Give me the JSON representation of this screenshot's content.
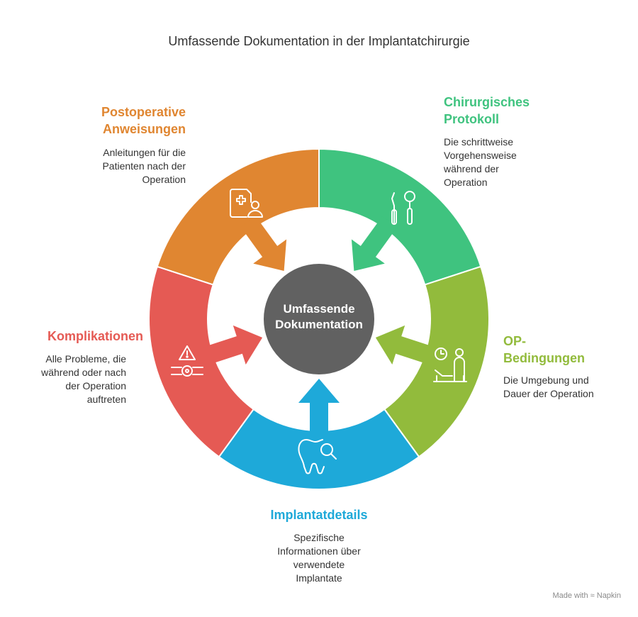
{
  "title": "Umfassende Dokumentation in der Implantatchirurgie",
  "center": {
    "label_line1": "Umfassende",
    "label_line2": "Dokumentation",
    "color": "#616161"
  },
  "segments": {
    "chirurgisches_protokoll": {
      "title_line1": "Chirurgisches",
      "title_line2": "Protokoll",
      "desc_line1": "Die schrittweise",
      "desc_line2": "Vorgehensweise",
      "desc_line3": "während der",
      "desc_line4": "Operation",
      "color": "#3fc37f",
      "icon": "dental-instruments-icon"
    },
    "op_bedingungen": {
      "title_line1": "OP-",
      "title_line2": "Bedingungen",
      "desc_line1": "Die Umgebung und",
      "desc_line2": "Dauer der Operation",
      "color": "#92bb3c",
      "icon": "clock-patient-icon"
    },
    "implantatdetails": {
      "title_line1": "Implantatdetails",
      "desc_line1": "Spezifische",
      "desc_line2": "Informationen über",
      "desc_line3": "verwendete",
      "desc_line4": "Implantate",
      "color": "#1ea9d9",
      "icon": "tooth-search-icon"
    },
    "komplikationen": {
      "title_line1": "Komplikationen",
      "desc_line1": "Alle Probleme, die",
      "desc_line2": "während oder nach",
      "desc_line3": "der Operation",
      "desc_line4": "auftreten",
      "color": "#e55a54",
      "icon": "warning-icon"
    },
    "postoperative_anweisungen": {
      "title_line1": "Postoperative",
      "title_line2": "Anweisungen",
      "desc_line1": "Anleitungen für die",
      "desc_line2": "Patienten nach der",
      "desc_line3": "Operation",
      "color": "#e08631",
      "icon": "medical-record-icon"
    }
  },
  "footer": {
    "made_with": "Made with",
    "brand": "Napkin"
  }
}
